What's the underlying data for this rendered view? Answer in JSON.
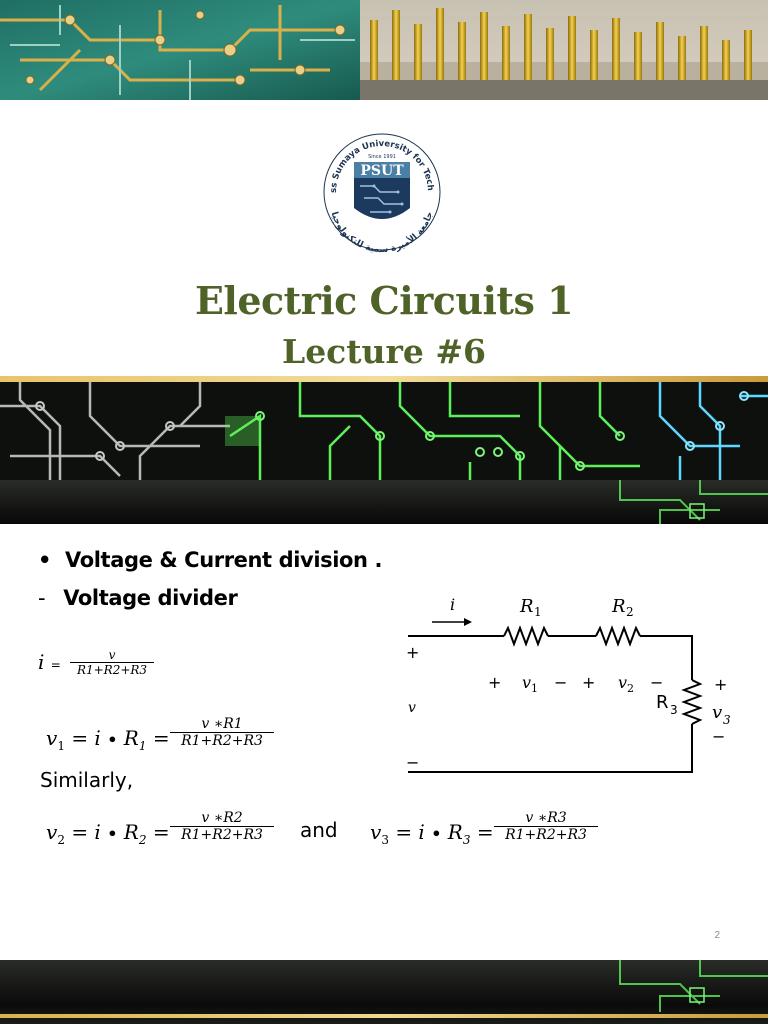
{
  "slide1": {
    "logo": {
      "icon": "psut-logo",
      "arc_text": "Princess Sumaya University for Technology",
      "since_text": "Since 1991",
      "abbr": "PSUT",
      "arabic_text": "جامعة الأميرة سمية للتكنولوجيا"
    },
    "title": "Electric Circuits 1",
    "subtitle": "Lecture #6",
    "colors": {
      "title": "#4f6228",
      "band_dark": "#0d0f0c",
      "trace_green": "#5ef05a",
      "trace_blue": "#5fd7ff"
    }
  },
  "slide2": {
    "bullet_main": {
      "marker": "•",
      "text": "Voltage & Current division ."
    },
    "bullet_sub": {
      "marker": "-",
      "text": "Voltage divider"
    },
    "eq_i": {
      "lhs": "i",
      "eq": "=",
      "num": "v",
      "den": "R1+R2+R3"
    },
    "eq_v1": {
      "lhs": "v",
      "lhs_sub": "1",
      "mid": "= i",
      "dot": "•",
      "r": "R",
      "r_sub": "1",
      "eq": "=",
      "num": "v ∗R1",
      "den": "R1+R2+R3"
    },
    "similarly": "Similarly,",
    "eq_v2": {
      "lhs": "v",
      "lhs_sub": "2",
      "mid": "= i",
      "dot": "•",
      "r": "R",
      "r_sub": "2",
      "eq": "=",
      "num": "v ∗R2",
      "den": "R1+R2+R3"
    },
    "and_text": "and",
    "eq_v3": {
      "lhs": "v",
      "lhs_sub": "3",
      "mid": "= i",
      "dot": "•",
      "r": "R",
      "r_sub": "3",
      "eq": "=",
      "num": "v ∗R3",
      "den": "R1+R2+R3"
    },
    "circuit": {
      "current_label": "i",
      "r1_label": "R",
      "r1_sub": "1",
      "r2_label": "R",
      "r2_sub": "2",
      "r3_label": "R",
      "r3_sub": "3",
      "v1_label": "v",
      "v1_sub": "1",
      "v2_label": "v",
      "v2_sub": "2",
      "v3_label": "v",
      "v3_sub": "3",
      "source_label": "v",
      "plus": "+",
      "minus": "−"
    },
    "page_number": "2"
  }
}
